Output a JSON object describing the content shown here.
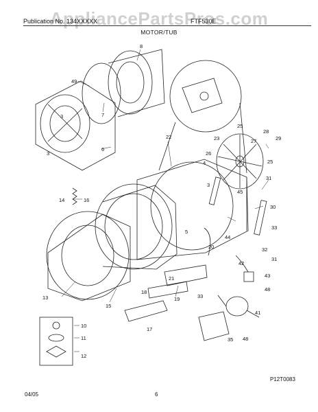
{
  "header": {
    "publication": "Publication No. 134XXXXX",
    "model": "FTF530E",
    "section_title": "MOTOR/TUB",
    "watermark": "AppliancePartsPros.com"
  },
  "footer": {
    "date": "04/05",
    "page": "6",
    "figure_id": "P12T0083"
  },
  "callouts": [
    "8",
    "49",
    "7",
    "3",
    "6",
    "3",
    "22",
    "3",
    "4",
    "25",
    "28",
    "27",
    "29",
    "23",
    "25",
    "26",
    "31",
    "14",
    "16",
    "45",
    "30",
    "33",
    "44",
    "5",
    "20",
    "32",
    "42",
    "31",
    "43",
    "48",
    "21",
    "13",
    "15",
    "19",
    "18",
    "17",
    "33",
    "41",
    "10",
    "11",
    "12",
    "35",
    "48"
  ]
}
